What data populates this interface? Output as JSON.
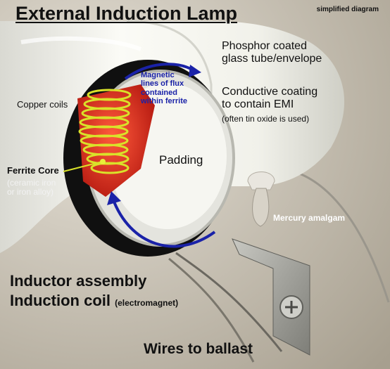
{
  "title": "External Induction Lamp",
  "note": "simplified diagram",
  "labels": {
    "phosphor_line1": "Phosphor coated",
    "phosphor_line2": "glass tube/envelope",
    "conductive_line1": "Conductive coating",
    "conductive_line2": "to contain EMI",
    "conductive_note": "(often tin oxide is used)",
    "magnetic_line1": "Magnetic",
    "magnetic_line2": "lines of flux",
    "magnetic_line3": "contained",
    "magnetic_line4": "within ferrite",
    "copper_coils": "Copper coils",
    "padding": "Padding",
    "ferrite_core": "Ferrite Core",
    "ferrite_note_line1": "(ceramic iron",
    "ferrite_note_line2": "or iron alloy)",
    "mercury_amalgam": "Mercury amalgam",
    "inductor_assembly": "Inductor assembly",
    "induction_coil": "Induction coil",
    "induction_coil_note": "(electromagnet)",
    "wires_to_ballast": "Wires to ballast"
  },
  "colors": {
    "flux_arrow": "#1a22a8",
    "ferrite": "#d8261c",
    "copper_coil": "#d9e22a",
    "glass": "#f4f4ef",
    "inductor_band": "#111111"
  },
  "icons": [
    "flux-arrow-icon",
    "mounting-screw-icon"
  ]
}
